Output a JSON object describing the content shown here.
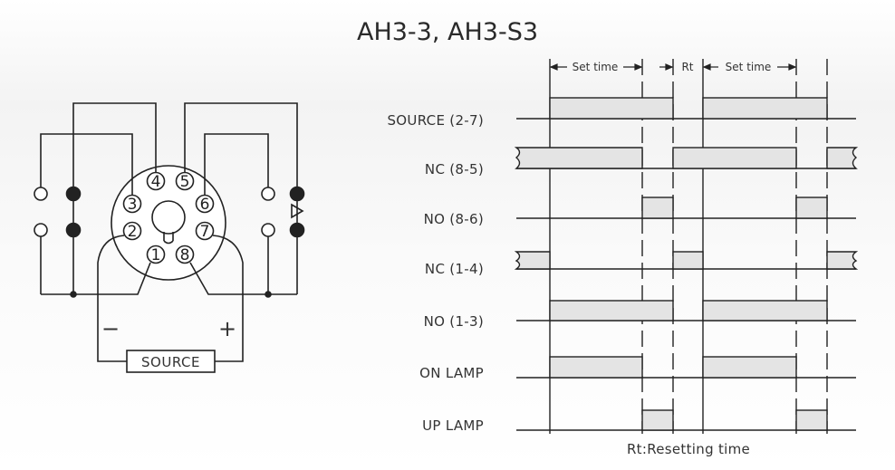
{
  "title": "AH3-3, AH3-S3",
  "socket": {
    "pins": [
      "1",
      "2",
      "3",
      "4",
      "5",
      "6",
      "7",
      "8"
    ],
    "minus": "−",
    "plus": "+",
    "source_label": "SOURCE"
  },
  "timing": {
    "labels": [
      "SOURCE (2-7)",
      "NC (8-5)",
      "NO (8-6)",
      "NC (1-4)",
      "NO (1-3)",
      "ON LAMP",
      "UP LAMP"
    ],
    "set_time_1": "Set time",
    "set_time_2": "Set time",
    "rt": "Rt",
    "footnote": "Rt:Resetting time"
  }
}
